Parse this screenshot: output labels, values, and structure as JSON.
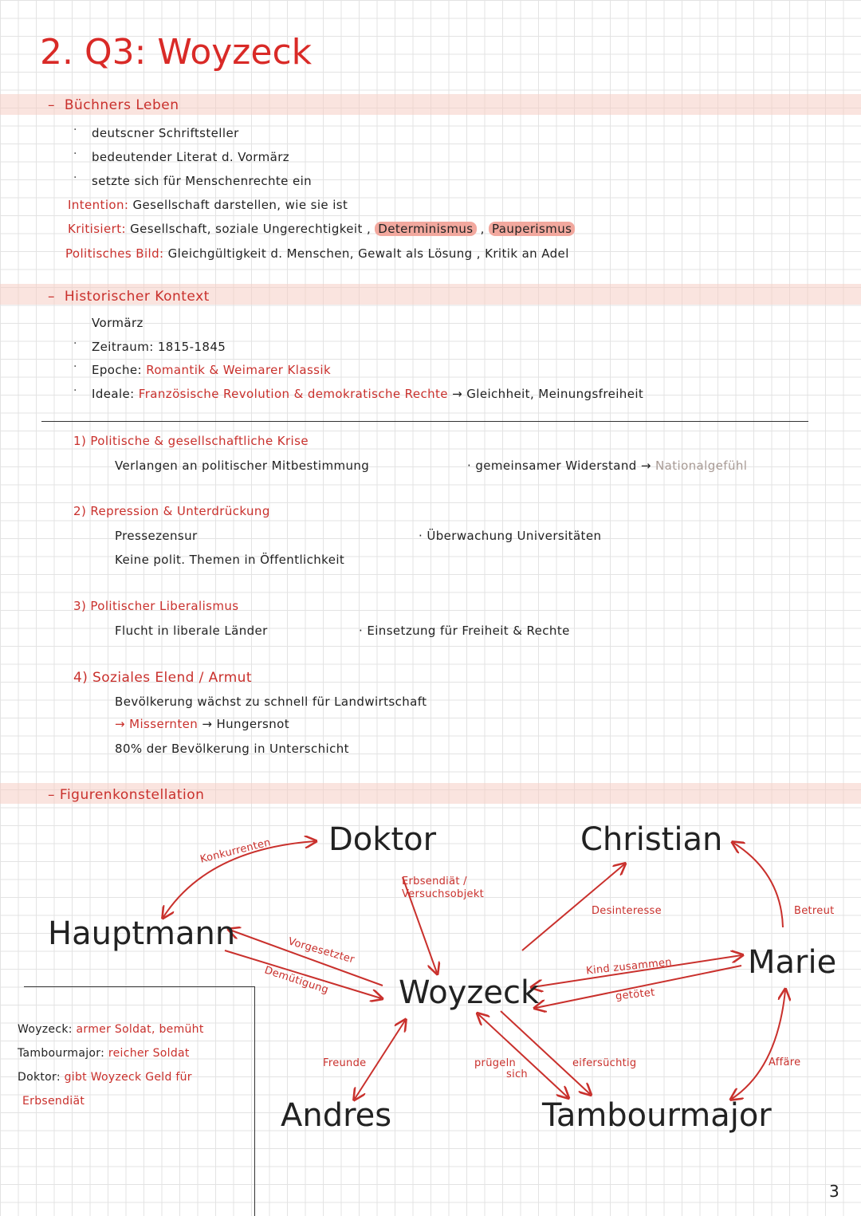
{
  "title": "2. Q3: Woyzeck",
  "buechner": {
    "heading": "Büchners Leben",
    "bullets": [
      "deutscner Schriftsteller",
      "bedeutender Literat d. Vormärz",
      "setzte sich für Menschenrechte ein"
    ],
    "intention_label": "Intention:",
    "intention_text": "Gesellschaft darstellen, wie sie ist",
    "kritik_label": "Kritisiert:",
    "kritik_text": "Gesellschaft, soziale Ungerechtigkeit ,",
    "kritik_hl1": "Determinismus",
    "kritik_hl2": "Pauperismus",
    "bild_label": "Politisches Bild:",
    "bild_text": "Gleichgültigkeit d. Menschen, Gewalt als Lösung , Kritik an Adel"
  },
  "kontext": {
    "heading": "Historischer Kontext",
    "l1": "Vormärz",
    "l2": "Zeitraum: 1815-1845",
    "l3_label": "Epoche:",
    "l3_red": "Romantik & Weimarer Klassik",
    "l4_label": "Ideale:",
    "l4_red": "Französische Revolution & demokratische Rechte",
    "l4_tail": "→ Gleichheit, Meinungsfreiheit"
  },
  "punkte": {
    "p1_title": "1) Politische & gesellschaftliche Krise",
    "p1_a": "Verlangen an politischer Mitbestimmung",
    "p1_b": "gemeinsamer Widerstand →",
    "p1_c": "Nationalgefühl",
    "p2_title": "2) Repression & Unterdrückung",
    "p2_a": "Pressezensur",
    "p2_b": "Überwachung Universitäten",
    "p2_c": "Keine polit. Themen in Öffentlichkeit",
    "p3_title": "3) Politischer Liberalismus",
    "p3_a": "Flucht in liberale Länder",
    "p3_b": "Einsetzung für Freiheit & Rechte",
    "p4_title": "4) Soziales Elend / Armut",
    "p4_a": "Bevölkerung wächst zu schnell für Landwirtschaft",
    "p4_b_red": "Missernten",
    "p4_b_tail": "→ Hungersnot",
    "p4_c": "80% der Bevölkerung in Unterschicht"
  },
  "figuren": {
    "heading": "Figurenkonstellation",
    "names": {
      "doktor": "Doktor",
      "christian": "Christian",
      "hauptmann": "Hauptmann",
      "woyzeck": "Woyzeck",
      "marie": "Marie",
      "andres": "Andres",
      "tambourmajor": "Tambourmajor"
    },
    "labels": {
      "konkurrenten": "Konkurrenten",
      "erbsendiaet": "Erbsendiät /",
      "versuchsobjekt": "Versuchsobjekt",
      "desinteresse": "Desinteresse",
      "betreut": "Betreut",
      "vorgesetzter": "Vorgesetzter",
      "demuetigung": "Demütigung",
      "kind": "Kind zusammen",
      "getoetet": "getötet",
      "freunde": "Freunde",
      "pruegeln": "prügeln",
      "sich": "sich",
      "eifersuechtig": "eifersüchtig",
      "affaere": "Affäre"
    }
  },
  "legend": {
    "l1_label": "Woyzeck:",
    "l1_text": "armer Soldat, bemüht",
    "l2_label": "Tambourmajor:",
    "l2_text": "reicher Soldat",
    "l3_label": "Doktor:",
    "l3_text": "gibt Woyzeck Geld für",
    "l4_text": "Erbsendiät"
  },
  "page_number": "3",
  "colors": {
    "accent": "#c9302c",
    "highlight": "#f2a89e",
    "band": "#f5cdc4"
  }
}
